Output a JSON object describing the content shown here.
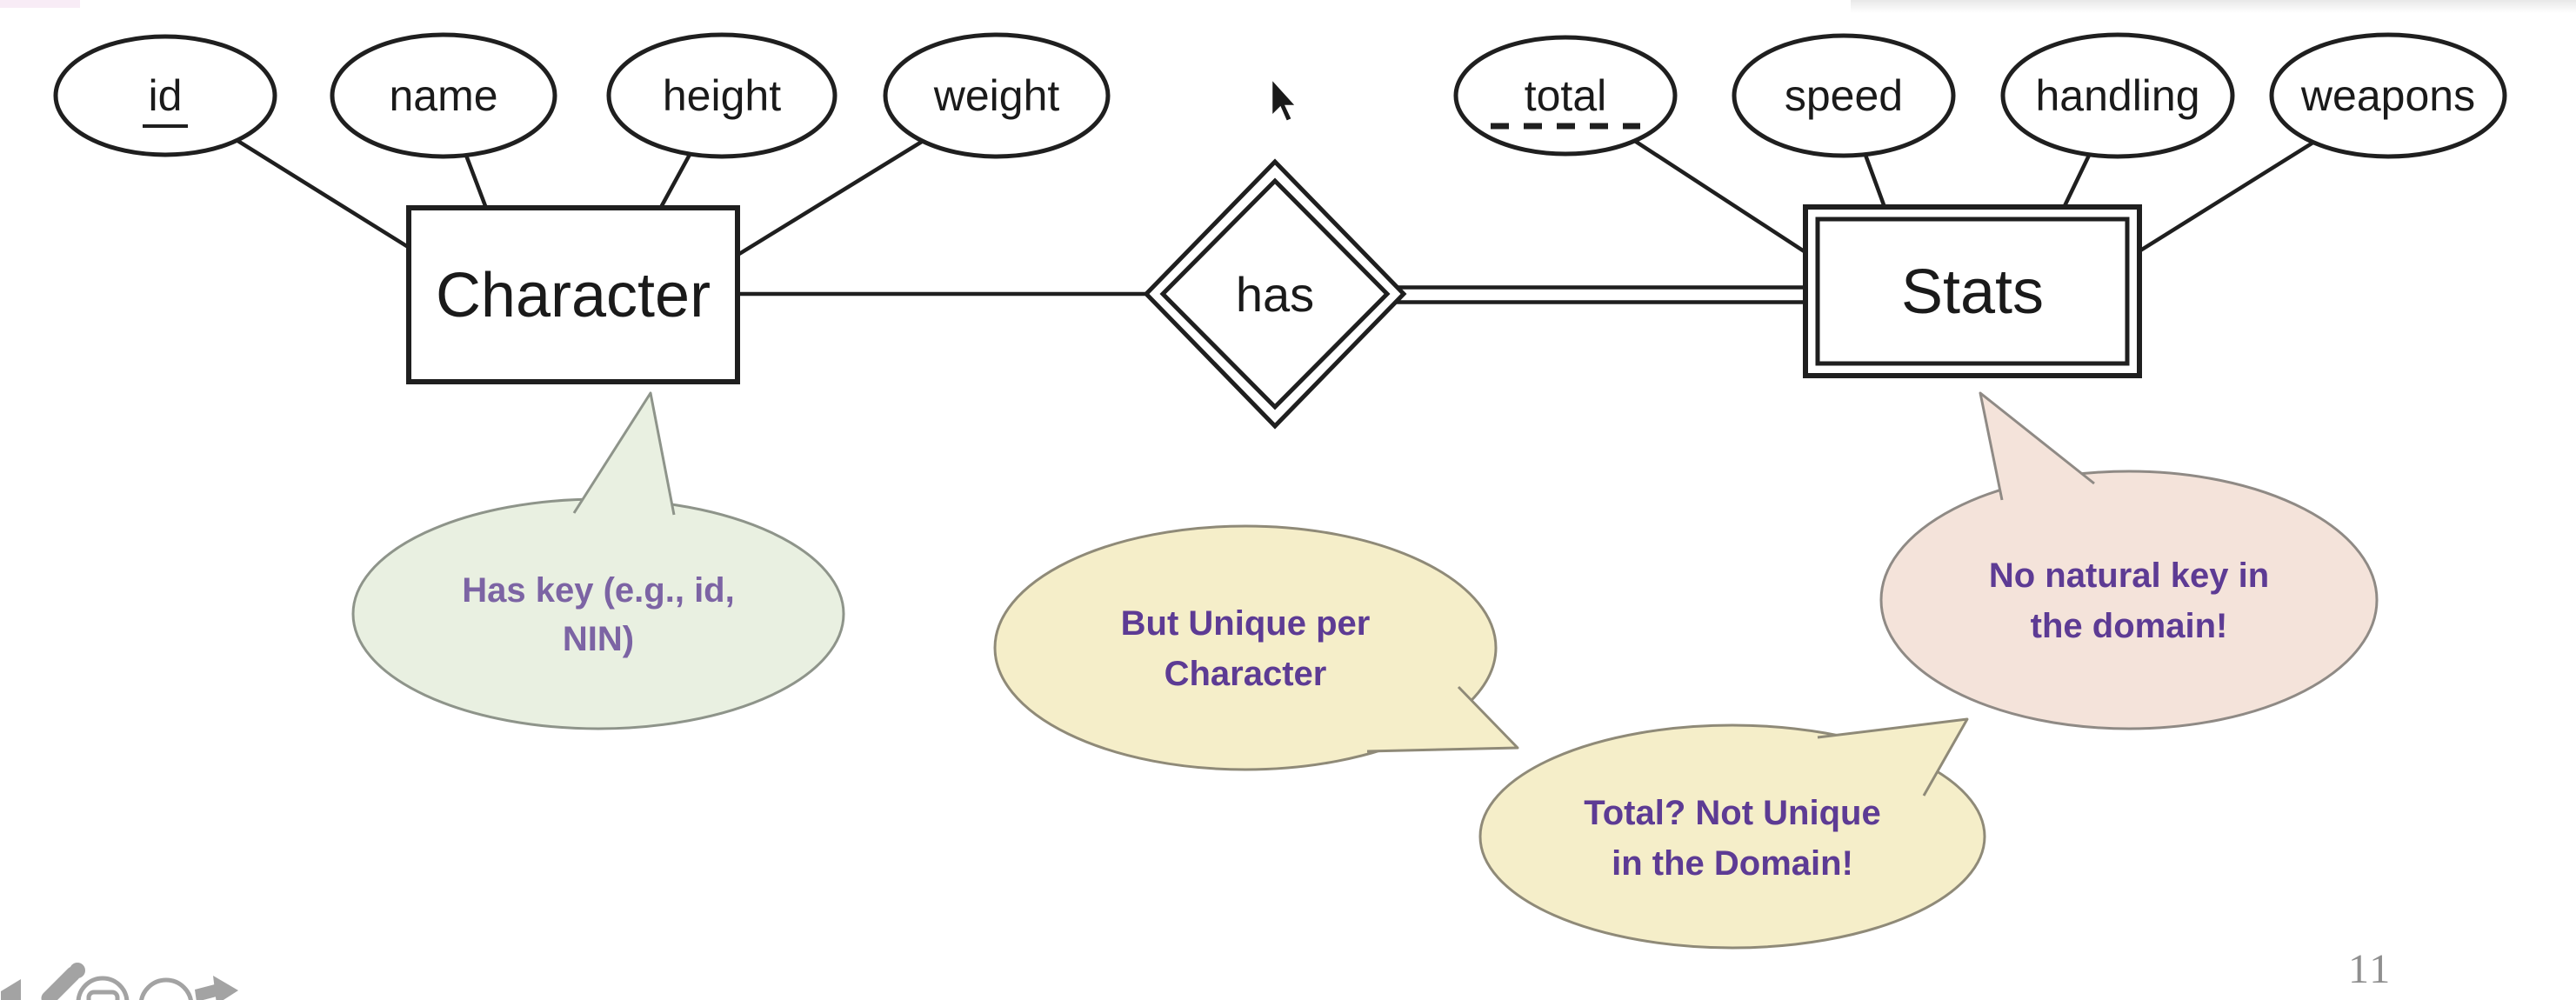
{
  "slide": {
    "page_number": "11"
  },
  "diagram": {
    "entities": {
      "character": {
        "label": "Character",
        "border": "single"
      },
      "stats": {
        "label": "Stats",
        "border": "double"
      }
    },
    "relationship": {
      "label": "has",
      "border": "double-diamond"
    },
    "attributes": {
      "id": {
        "label": "id",
        "underline": "solid"
      },
      "name": {
        "label": "name"
      },
      "height": {
        "label": "height"
      },
      "weight": {
        "label": "weight"
      },
      "total": {
        "label": "total",
        "underline": "dashed"
      },
      "speed": {
        "label": "speed"
      },
      "handling": {
        "label": "handling"
      },
      "weapons": {
        "label": "weapons"
      }
    }
  },
  "callouts": {
    "has_key": {
      "line1": "Has key (e.g., id,",
      "line2": "NIN)"
    },
    "but_unique": {
      "line1": "But Unique per",
      "line2": "Character"
    },
    "total_not_unique": {
      "line1": "Total? Not Unique",
      "line2": "in the Domain!"
    },
    "no_natural_key": {
      "line1": "No natural key in",
      "line2": "the domain!"
    }
  },
  "colors": {
    "ink": "#1f1f1f",
    "green_bubble_fill": "#e9f0e1",
    "yellow_bubble_fill": "#f5eec9",
    "pink_bubble_fill": "#f4e3da",
    "bubble_border": "#8e948a",
    "purple_text": "#5d3b94",
    "purple_text_soft": "#7c64a4",
    "toolbar_gray": "#a3a3a3",
    "page_number_gray": "#8f8f8f"
  },
  "toolbar": {
    "icons": [
      "back-arrow",
      "pen",
      "annotate",
      "navigate",
      "next-arrow"
    ]
  }
}
